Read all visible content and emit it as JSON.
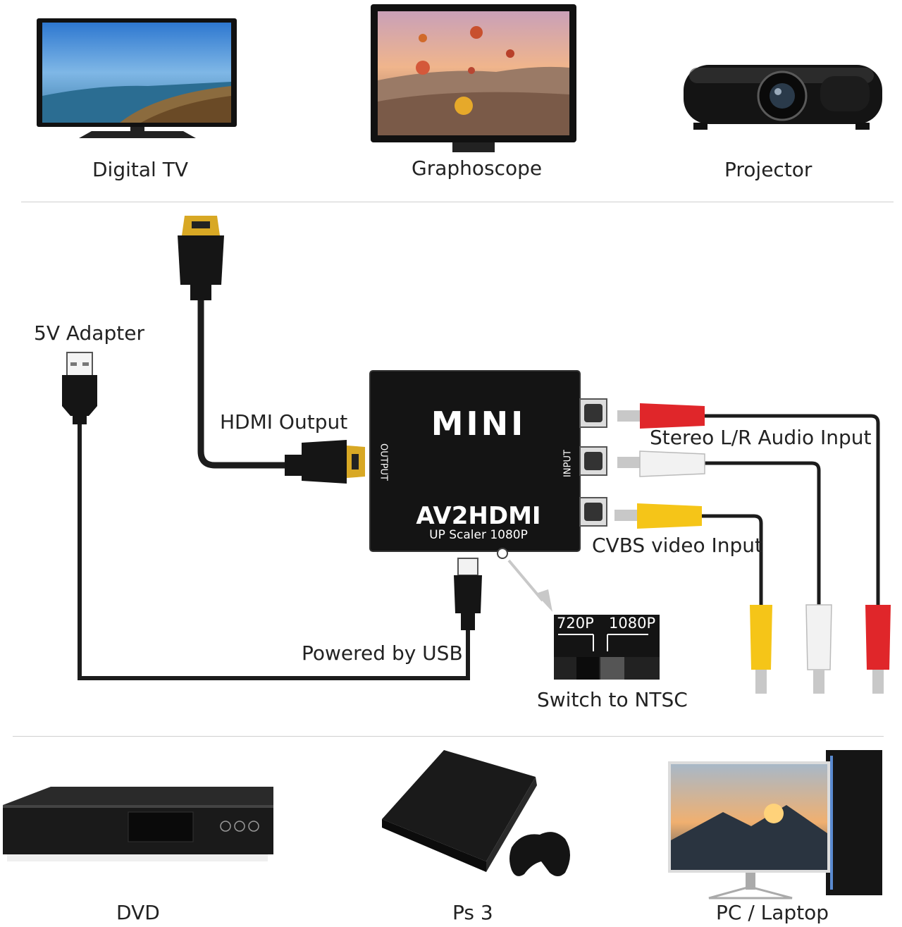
{
  "top_devices": [
    {
      "label": "Digital TV",
      "icon": "digital-tv-icon"
    },
    {
      "label": "Graphoscope",
      "icon": "monitor-icon"
    },
    {
      "label": "Projector",
      "icon": "projector-icon"
    }
  ],
  "bottom_devices": [
    {
      "label": "DVD",
      "icon": "dvd-player-icon"
    },
    {
      "label": "Ps 3",
      "icon": "game-console-icon"
    },
    {
      "label": "PC / Laptop",
      "icon": "desktop-pc-icon"
    }
  ],
  "device_box": {
    "brand": "MINI",
    "model": "AV2HDMI",
    "subtitle": "UP Scaler 1080P",
    "output_port": "OUTPUT",
    "input_port": "INPUT"
  },
  "callouts": {
    "adapter": "5V Adapter",
    "hdmi_output": "HDMI Output",
    "audio_input": "Stereo L/R Audio Input",
    "video_input": "CVBS video Input",
    "usb_power": "Powered by USB",
    "switch_caption": "Switch to NTSC"
  },
  "switch": {
    "option_left": "720P",
    "option_right": "1080P"
  },
  "colors": {
    "rca_red": "#e0262a",
    "rca_white": "#f2f2f2",
    "rca_yellow": "#f5c518",
    "cable": "#1c1c1c",
    "hdmi_gold": "#d8a824"
  }
}
